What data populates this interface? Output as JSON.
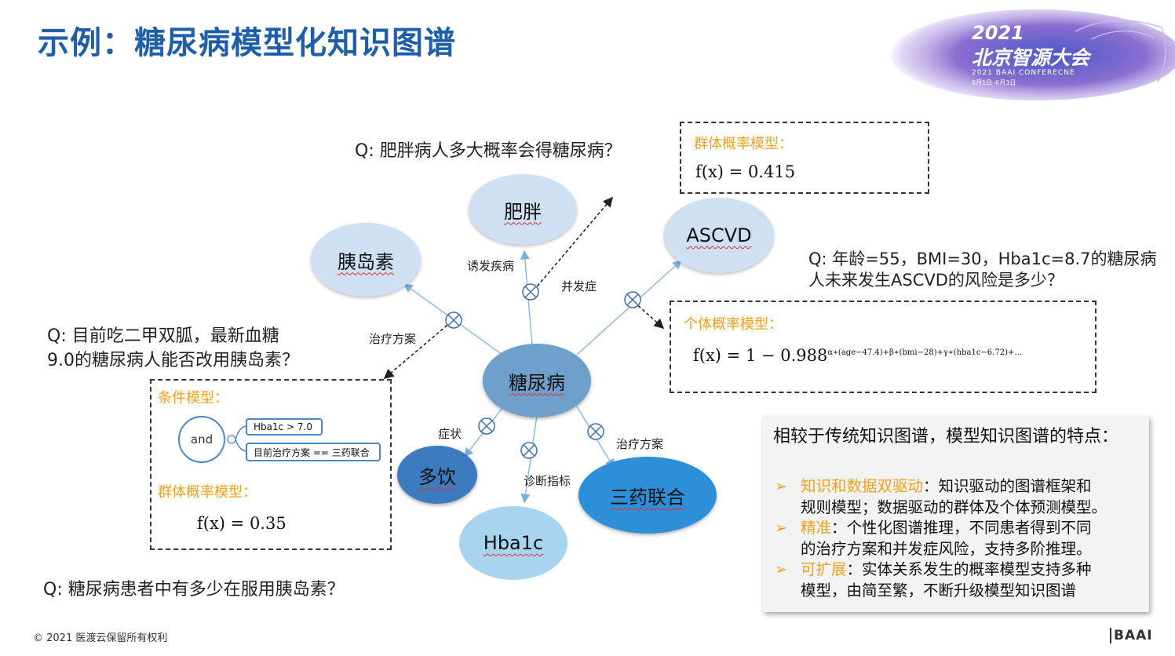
{
  "title": "示例：糖尿病模型化知识图谱",
  "logo": {
    "year": "2021",
    "name": "北京智源大会",
    "sub": "2021 BAAI CONFERECNE",
    "dates": "6月1日–6月3日"
  },
  "questions": {
    "obesity": "Q: 肥胖病人多大概率会得糖尿病？",
    "ascvd_line1": "Q: 年龄=55，BMI=30，Hba1c=8.7的糖尿病",
    "ascvd_line2": "人未来发生ASCVD的风险是多少？",
    "insulin_line1": "Q: 目前吃二甲双胍，最新血糖",
    "insulin_line2": "9.0的糖尿病人能否改用胰岛素？",
    "population": "Q: 糖尿病患者中有多少在服用胰岛素？"
  },
  "nodes": {
    "obesity": "肥胖",
    "insulin": "胰岛素",
    "ascvd": "ASCVD",
    "diabetes": "糖尿病",
    "polydipsia": "多饮",
    "hba1c": "Hba1c",
    "triple": "三药联合"
  },
  "relations": {
    "induce": "诱发疾病",
    "complication": "并发症",
    "treatment_left": "治疗方案",
    "symptom": "症状",
    "diagnosis": "诊断指标",
    "treatment_right": "治疗方案"
  },
  "models": {
    "group_top_label": "群体概率模型：",
    "group_top_formula": "f(x) = 0.415",
    "individual_label": "个体概率模型：",
    "individual_formula": "f(x) = 1 − 0.988",
    "individual_exponent": "α∗(age−47.4)+β∗(bmi−28)+γ∗(hba1c−6.72)+…",
    "condition_label": "条件模型：",
    "and_label": "and",
    "cond1": "Hba1c > 7.0",
    "cond2": "目前治疗方案  == 三药联合",
    "group_bottom_label": "群体概率模型：",
    "group_bottom_formula": "f(x) = 0.35"
  },
  "features": {
    "heading": "相较于传统知识图谱，模型知识图谱的特点：",
    "items": [
      {
        "key": "知识和数据双驱动",
        "line1": "：知识驱动的图谱框架和",
        "line2": "规则模型；数据驱动的群体及个体预测模型。"
      },
      {
        "key": "精准",
        "line1": "：个性化图谱推理，不同患者得到不同",
        "line2": "的治疗方案和并发症风险，支持多阶推理。"
      },
      {
        "key": "可扩展",
        "line1": "：实体关系发生的概率模型支持多种",
        "line2": "模型，由简至繁，不断升级模型知识图谱"
      }
    ]
  },
  "footer": {
    "copyright": "© 2021 医渡云保留所有权利",
    "brand": "BAAI"
  },
  "colors": {
    "title": "#1f5ea8",
    "label_orange": "#f0a020",
    "node_light": "#cfe0f2",
    "node_mid": "#6fa0cc",
    "node_dark": "#3d7bbf",
    "node_bright": "#2e8fd9",
    "node_cyan": "#a8d4ef"
  }
}
